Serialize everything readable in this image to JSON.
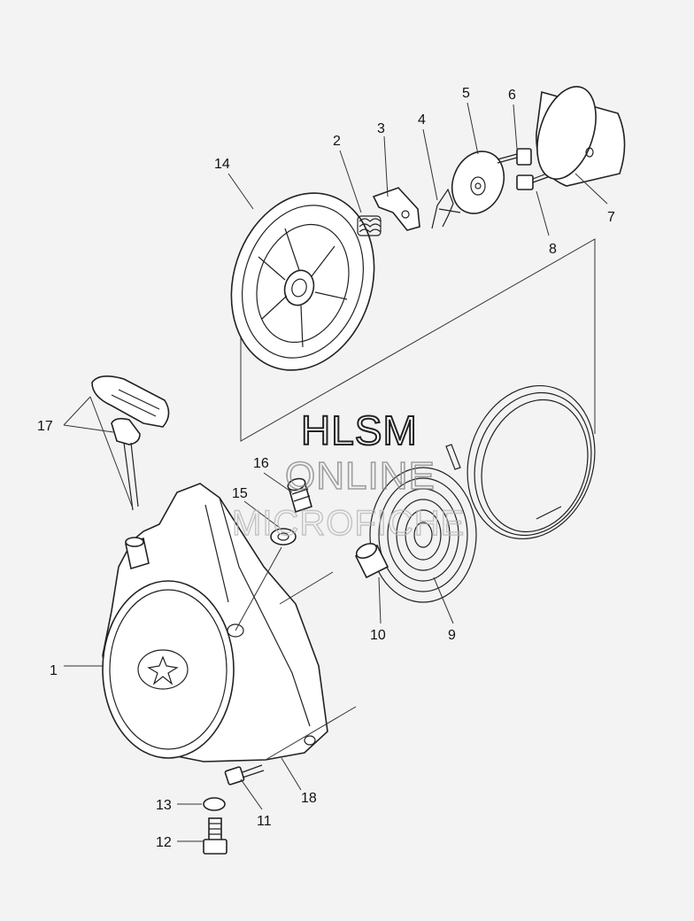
{
  "callouts": {
    "c1": "1",
    "c2": "2",
    "c3": "3",
    "c4": "4",
    "c5": "5",
    "c6": "6",
    "c7": "7",
    "c8": "8",
    "c9": "9",
    "c10": "10",
    "c11": "11",
    "c12": "12",
    "c13": "13",
    "c14": "14",
    "c15": "15",
    "c16": "16",
    "c17": "17",
    "c18": "18"
  },
  "watermark": {
    "line1": "HLSM",
    "line2": "ONLINE",
    "line3": "MICROFICHE"
  },
  "colors": {
    "background": "#f3f3f3",
    "line": "#222222"
  }
}
